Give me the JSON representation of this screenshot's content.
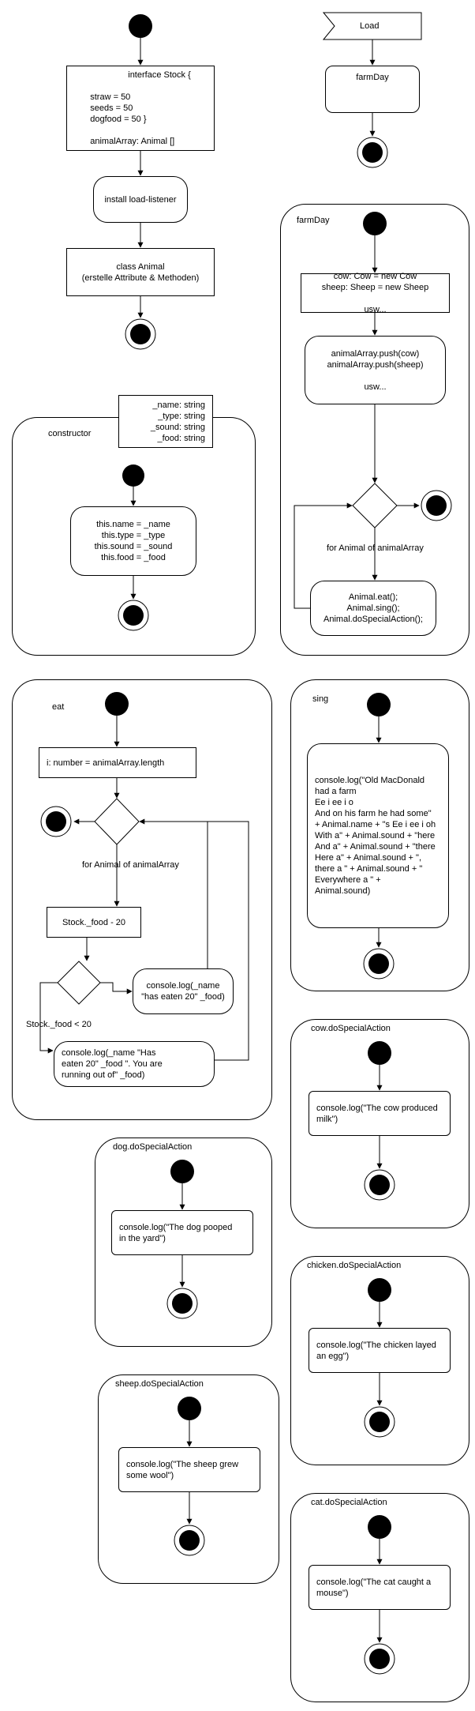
{
  "top_left": {
    "interface_stock": [
      "interface Stock {",
      "",
      "straw = 50",
      "seeds = 50",
      "dogfood = 50 }",
      "",
      "animalArray: Animal []"
    ],
    "install_listener": "install load-listener",
    "class_animal": [
      "class Animal",
      "(erstelle Attribute & Methoden)"
    ]
  },
  "load_flow": {
    "load_event": "Load",
    "farmday_call": "farmDay"
  },
  "constructor": {
    "title": "constructor",
    "params": [
      "_name: string",
      "_type: string",
      "_sound: string",
      "_food: string"
    ],
    "body": [
      "this.name = _name",
      "this.type = _type",
      "this.sound = _sound",
      "this.food = _food"
    ]
  },
  "farm_day": {
    "title": "farmDay",
    "create_animals": [
      "cow: Cow = new Cow",
      "sheep: Sheep = new Sheep",
      "",
      "usw..."
    ],
    "push_animals": [
      "animalArray.push(cow)",
      "animalArray.push(sheep)",
      "",
      "usw..."
    ],
    "loop_label": "for Animal of animalArray",
    "actions": [
      "Animal.eat();",
      "Animal.sing();",
      "Animal.doSpecialAction();"
    ]
  },
  "eat": {
    "title": "eat",
    "init": "i: number = animalArray.length",
    "loop_label": "for Animal of animalArray",
    "decrement": "Stock._food - 20",
    "log_eaten": [
      "console.log(_name",
      "\"has eaten 20\" _food)"
    ],
    "guard_label": "Stock._food < 20",
    "log_running_out": [
      "console.log(_name \"Has",
      "eaten 20\" _food \". You are",
      "running out of\" _food)"
    ]
  },
  "sing": {
    "title": "sing",
    "body": [
      "console.log(\"Old MacDonald",
      "had a farm",
      "Ee i ee i o",
      "And on his farm he had some\"",
      "+ Animal.name + \"s Ee i ee i oh",
      "With a\" + Animal.sound + \"here",
      "And a\" + Animal.sound + \"there",
      "Here a\" + Animal.sound + \",",
      "there a \" + Animal.sound + \"",
      "Everywhere a \" +",
      "Animal.sound)"
    ]
  },
  "cow_special": {
    "title": "cow.doSpecialAction",
    "body": [
      "console.log(\"The cow produced",
      "milk\")"
    ]
  },
  "dog_special": {
    "title": "dog.doSpecialAction",
    "body": [
      "console.log(\"The dog pooped",
      "in the yard\")"
    ]
  },
  "chicken_special": {
    "title": "chicken.doSpecialAction",
    "body": [
      "console.log(\"The chicken layed",
      "an egg\")"
    ]
  },
  "sheep_special": {
    "title": "sheep.doSpecialAction",
    "body": [
      "console.log(\"The sheep grew",
      "some wool\")"
    ]
  },
  "cat_special": {
    "title": "cat.doSpecialAction",
    "body": [
      "console.log(\"The cat caught a",
      "mouse\")"
    ]
  }
}
